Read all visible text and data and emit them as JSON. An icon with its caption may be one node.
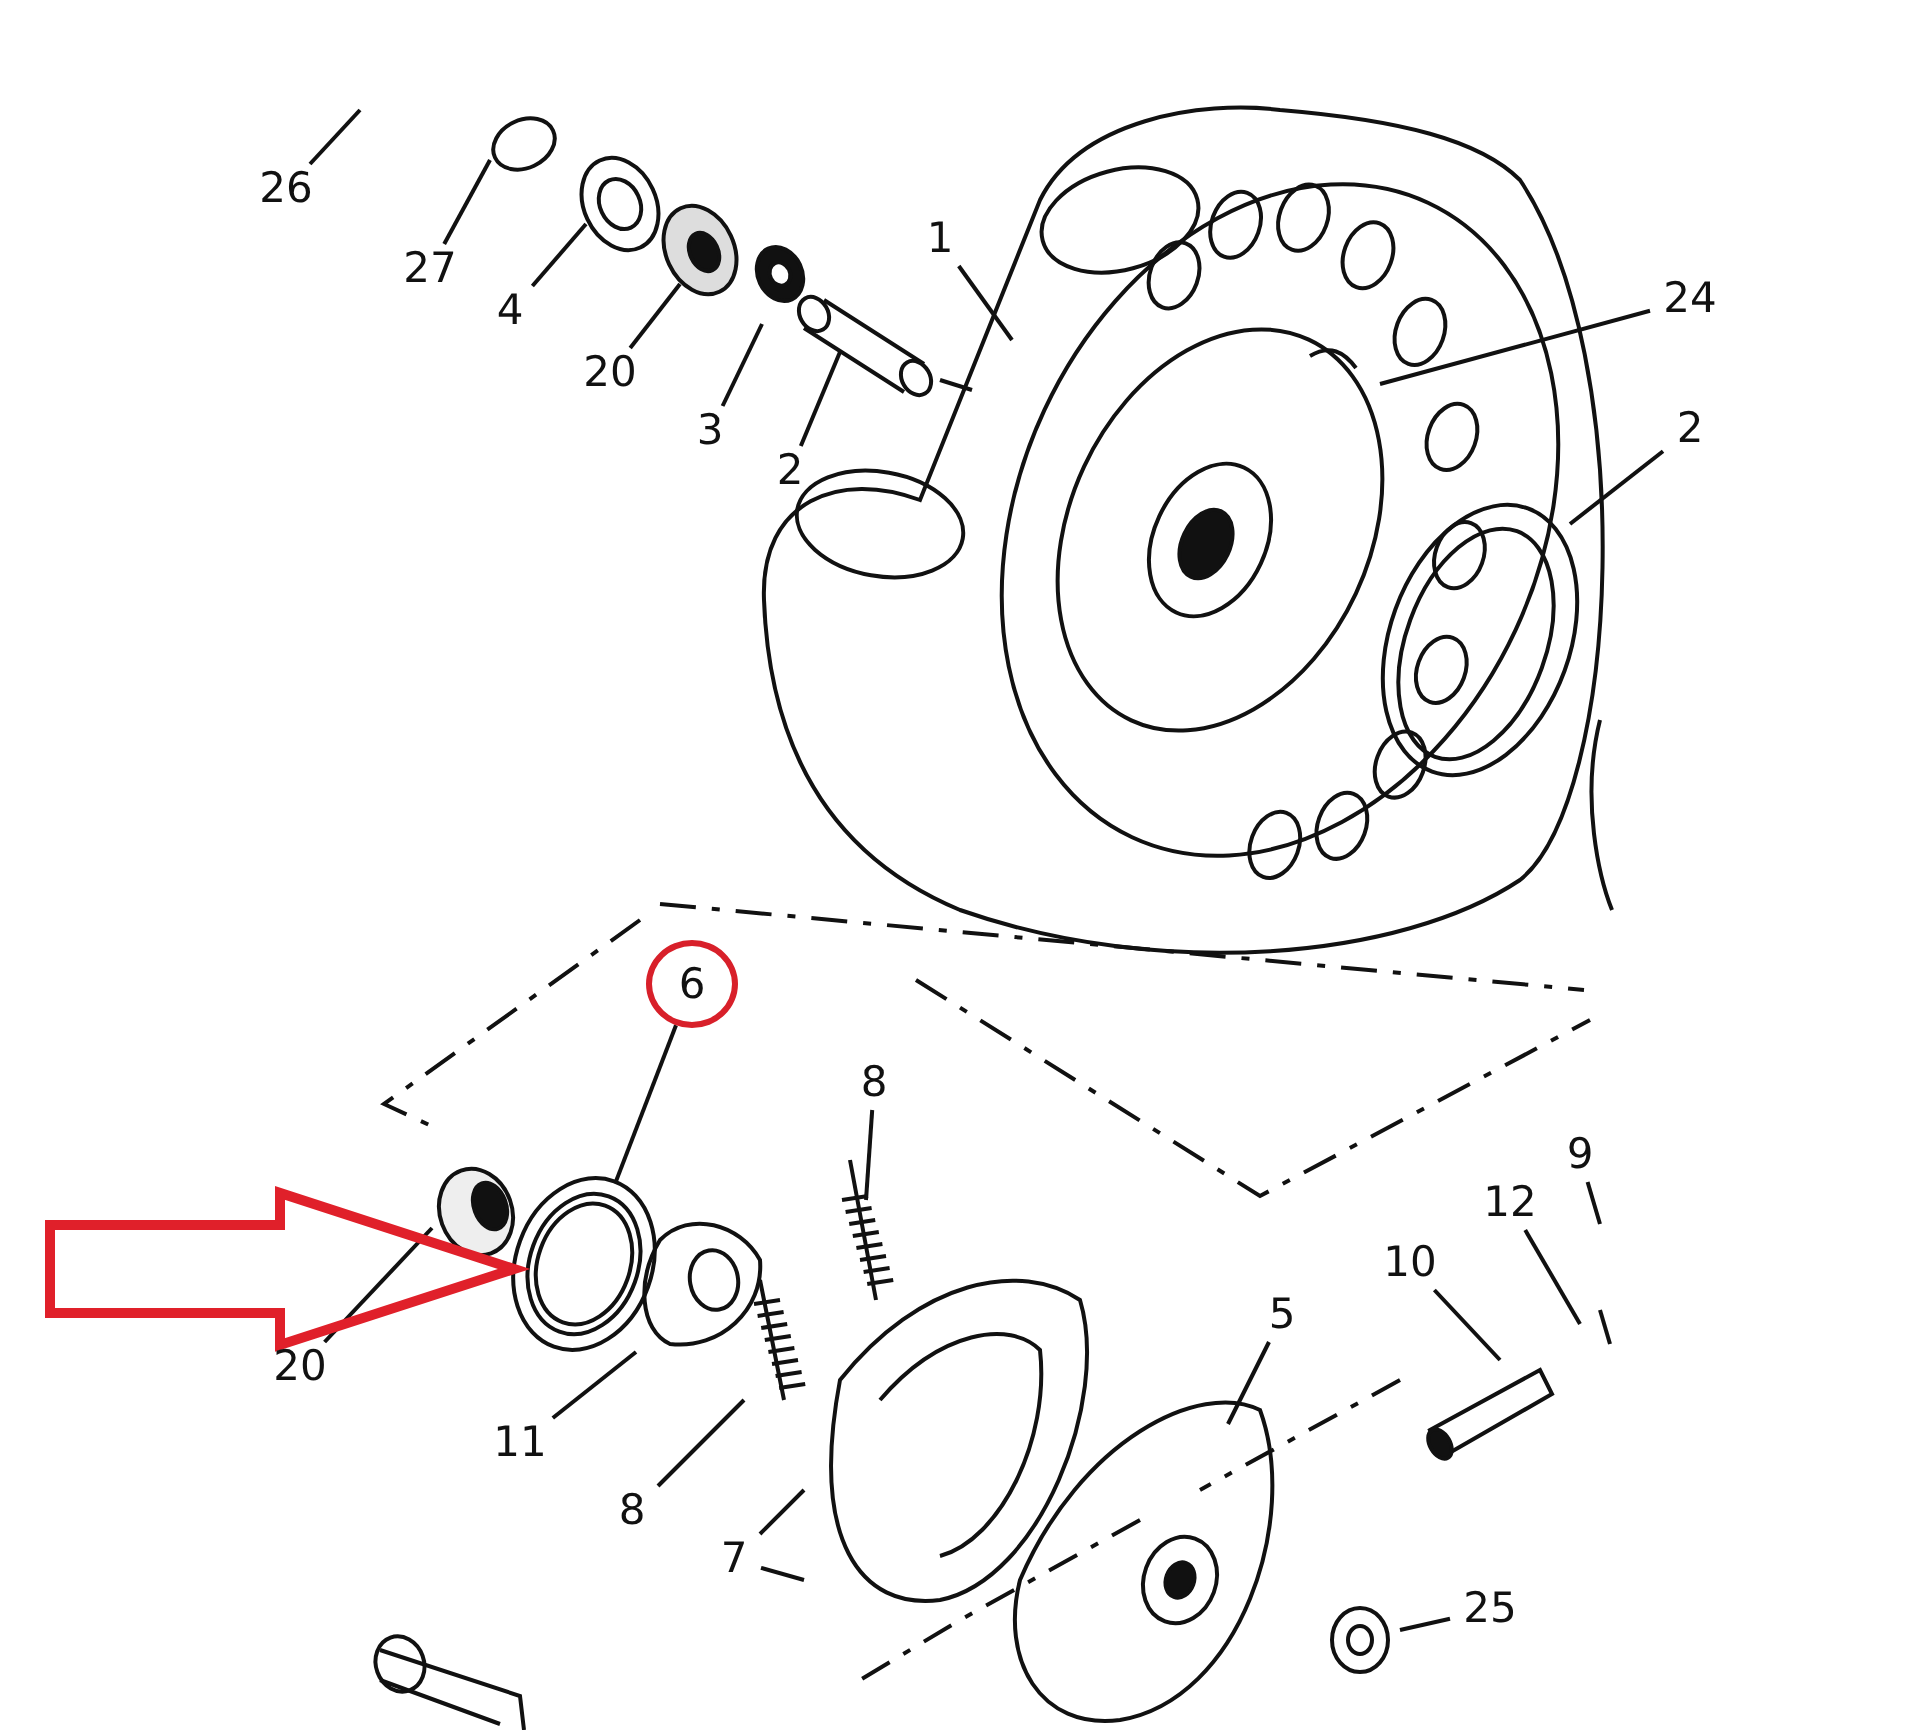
{
  "diagram": {
    "nodes": [
      {
        "text": [
          "26"
        ]
      },
      {
        "text": [
          "27"
        ]
      },
      {
        "text": [
          "4"
        ]
      },
      {
        "text": [
          "20"
        ]
      },
      {
        "text": [
          "24"
        ]
      },
      {
        "text": [
          "2"
        ]
      },
      {
        "text": [
          "3"
        ]
      },
      {
        "text": [
          "1"
        ]
      },
      {
        "text": [
          "2"
        ]
      },
      {
        "text": [
          "6"
        ]
      },
      {
        "text": [],
        "shape": "picture"
      },
      {
        "text": [
          "8"
        ]
      },
      {
        "text": [
          "9"
        ]
      },
      {
        "text": [
          "12"
        ]
      },
      {
        "text": [
          "10"
        ]
      },
      {
        "text": [
          "20"
        ]
      },
      {
        "text": [
          "5"
        ]
      },
      {
        "text": [
          "11"
        ]
      },
      {
        "text": [
          "8"
        ]
      },
      {
        "text": [
          "7"
        ]
      },
      {
        "text": [
          "25"
        ]
      }
    ],
    "edges": [
      {
        "from": 0,
        "to": null,
        "arrow": "none"
      },
      {
        "from": 1,
        "to": null,
        "arrow": "none"
      },
      {
        "from": 2,
        "to": null,
        "arrow": "none"
      },
      {
        "from": 3,
        "to": null,
        "arrow": "none"
      },
      {
        "from": 4,
        "to": null,
        "arrow": "none"
      },
      {
        "from": 5,
        "to": null,
        "arrow": "none"
      },
      {
        "from": 6,
        "to": null,
        "arrow": "none"
      },
      {
        "from": 7,
        "to": null,
        "arrow": "none"
      },
      {
        "from": 8,
        "to": null,
        "arrow": "none"
      },
      {
        "from": 9,
        "to": 10,
        "arrow": "none"
      },
      {
        "from": 11,
        "to": null,
        "arrow": "none"
      },
      {
        "from": 12,
        "to": null,
        "arrow": "none"
      },
      {
        "from": 13,
        "to": null,
        "arrow": "none"
      },
      {
        "from": 14,
        "to": null,
        "arrow": "none"
      },
      {
        "from": 15,
        "to": null,
        "arrow": "none"
      },
      {
        "from": 16,
        "to": null,
        "arrow": "none"
      },
      {
        "from": 17,
        "to": null,
        "arrow": "none"
      },
      {
        "from": 18,
        "to": null,
        "arrow": "none"
      },
      {
        "from": 19,
        "to": null,
        "arrow": "none"
      },
      {
        "from": 19,
        "to": null,
        "arrow": "none"
      },
      {
        "from": 20,
        "to": null,
        "arrow": "none"
      },
      {
        "from": null,
        "to": 10,
        "arrow": "to",
        "style": "thick",
        "color": "#e0202a"
      }
    ]
  }
}
